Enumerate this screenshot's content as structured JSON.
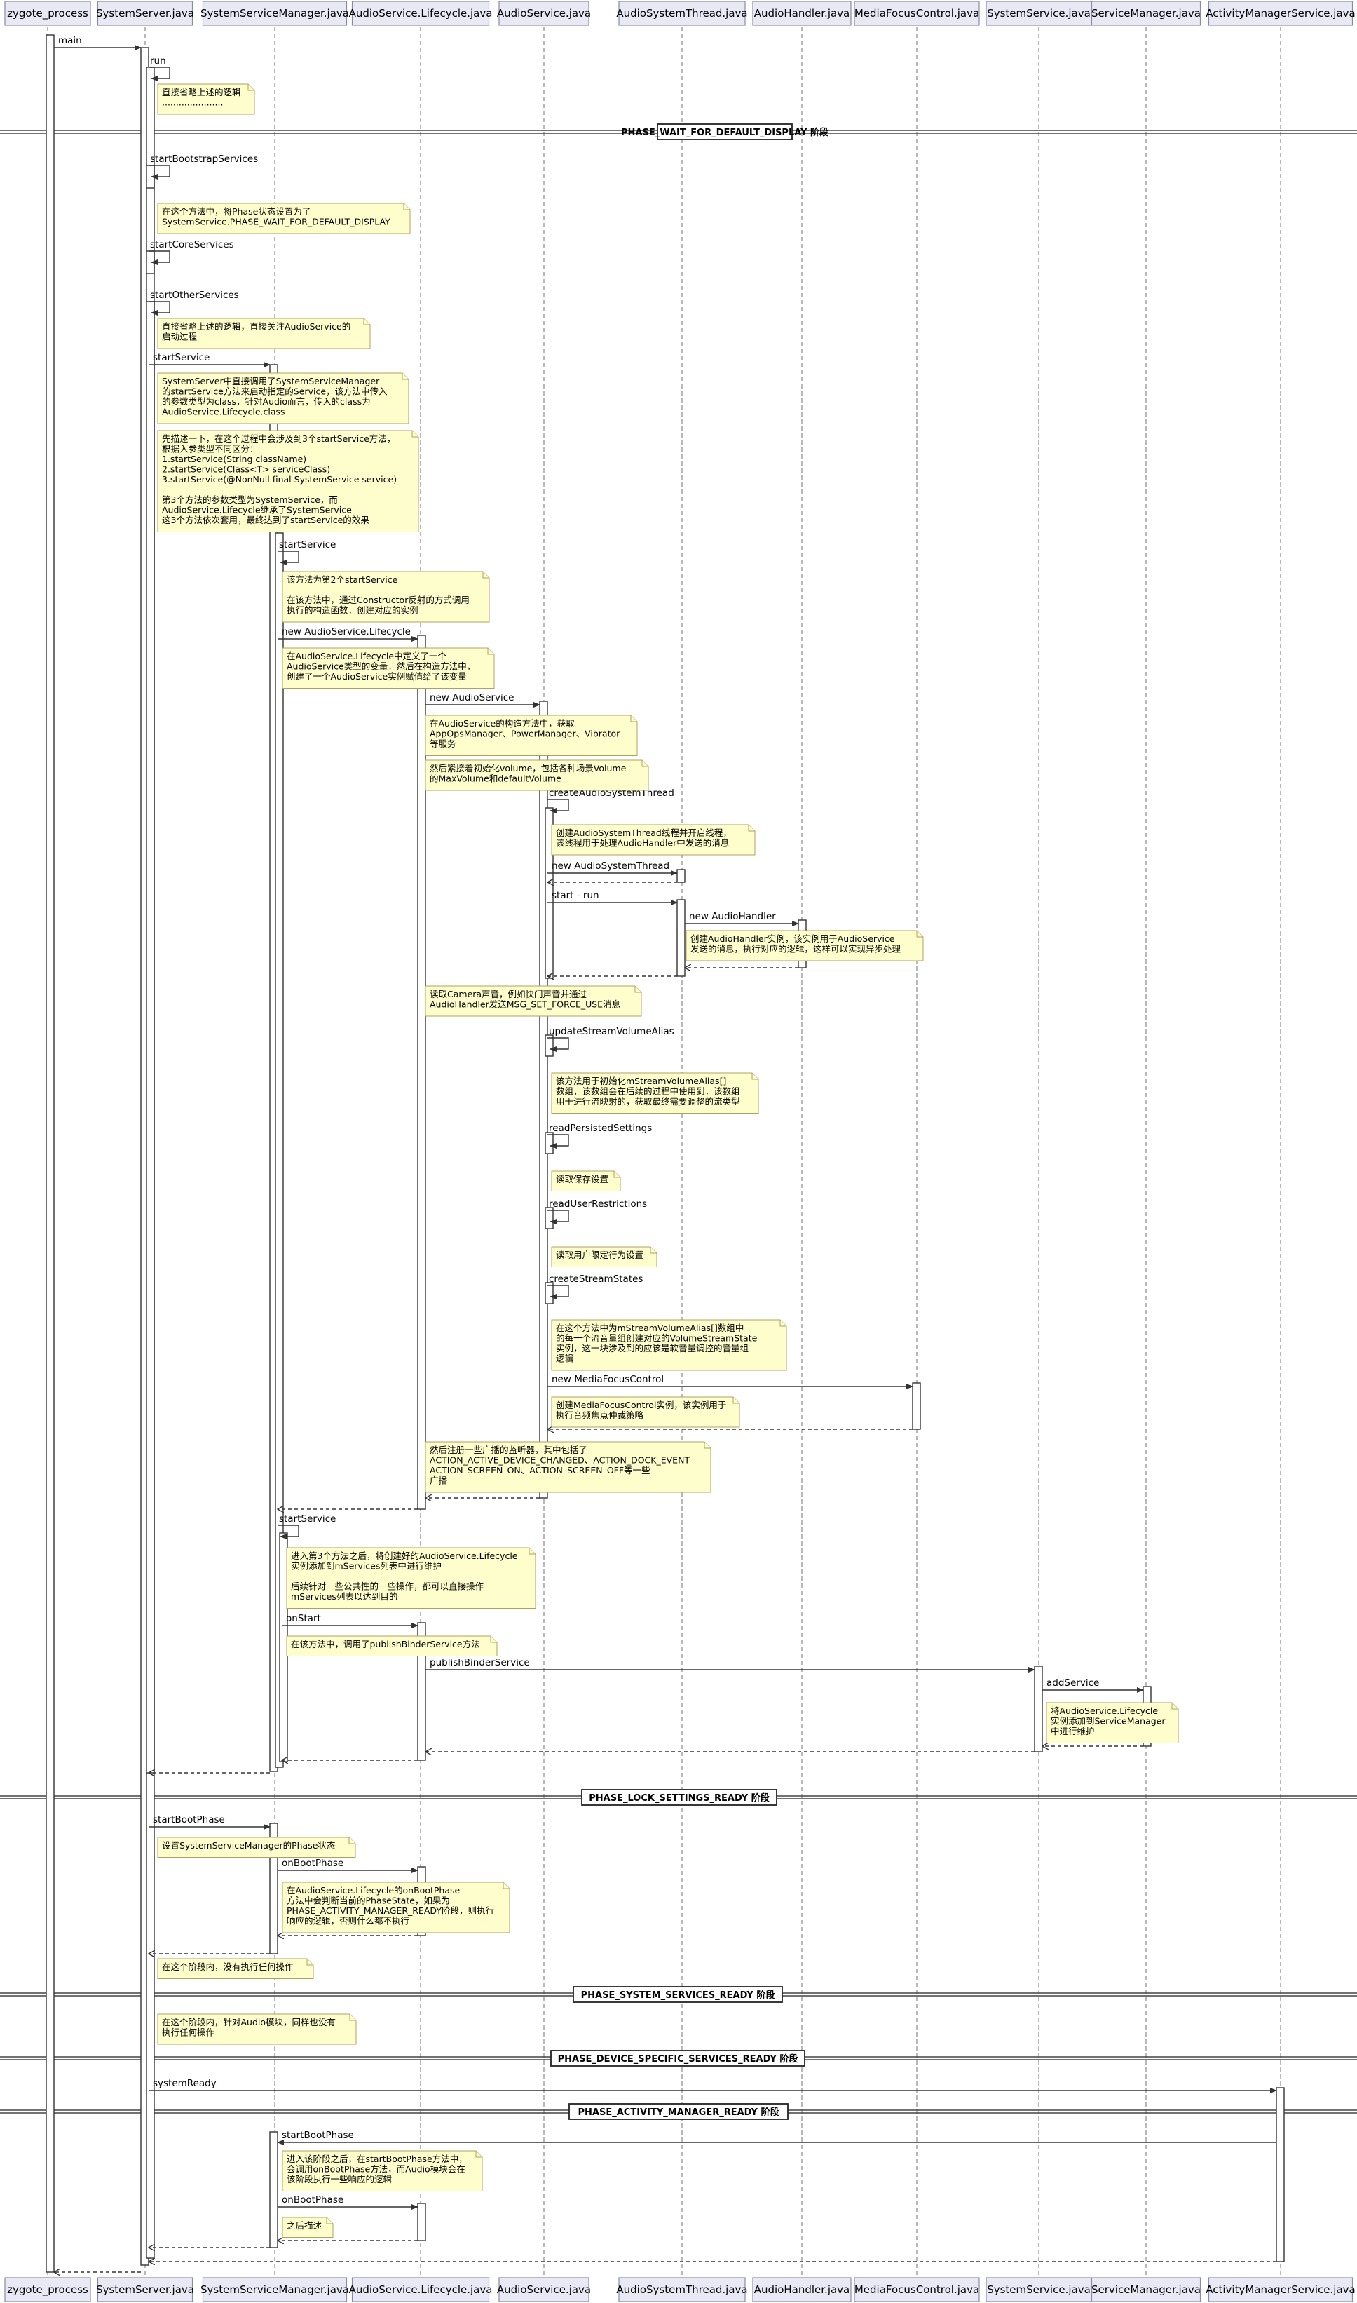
{
  "participants": [
    {
      "id": "zygote",
      "label": "zygote_process"
    },
    {
      "id": "ss",
      "label": "SystemServer.java"
    },
    {
      "id": "ssm",
      "label": "SystemServiceManager.java"
    },
    {
      "id": "lc",
      "label": "AudioService.Lifecycle.java"
    },
    {
      "id": "as",
      "label": "AudioService.java"
    },
    {
      "id": "ast",
      "label": "AudioSystemThread.java"
    },
    {
      "id": "ah",
      "label": "AudioHandler.java"
    },
    {
      "id": "mfc",
      "label": "MediaFocusControl.java"
    },
    {
      "id": "sysv",
      "label": "SystemService.java"
    },
    {
      "id": "sm",
      "label": "ServiceManager.java"
    },
    {
      "id": "ams",
      "label": "ActivityManagerService.java"
    }
  ],
  "phases": [
    "PHASE_WAIT_FOR_DEFAULT_DISPLAY 阶段",
    "PHASE_LOCK_SETTINGS_READY 阶段",
    "PHASE_SYSTEM_SERVICES_READY 阶段",
    "PHASE_DEVICE_SPECIFIC_SERVICES_READY 阶段",
    "PHASE_ACTIVITY_MANAGER_READY 阶段"
  ],
  "messages": [
    "main",
    "run",
    "startBootstrapServices",
    "startCoreServices",
    "startOtherServices",
    "startService",
    "startService",
    "new AudioService.Lifecycle",
    "new AudioService",
    "createAudioSystemThread",
    "new AudioSystemThread",
    "start - run",
    "new AudioHandler",
    "updateStreamVolumeAlias",
    "readPersistedSettings",
    "readUserRestrictions",
    "createStreamStates",
    "new MediaFocusControl",
    "startService",
    "onStart",
    "publishBinderService",
    "addService",
    "startBootPhase",
    "onBootPhase",
    "systemReady",
    "startBootPhase",
    "onBootPhase"
  ],
  "notes": [
    [
      "直接省略上述的逻辑",
      "......................"
    ],
    [
      "在这个方法中，将Phase状态设置为了",
      "SystemService.PHASE_WAIT_FOR_DEFAULT_DISPLAY"
    ],
    [
      "直接省略上述的逻辑，直接关注AudioService的",
      "启动过程"
    ],
    [
      "SystemServer中直接调用了SystemServiceManager",
      "的startService方法来启动指定的Service，该方法中传入",
      "的参数类型为class，针对Audio而言，传入的class为",
      "AudioService.Lifecycle.class"
    ],
    [
      "先描述一下，在这个过程中会涉及到3个startService方法，",
      "根据入参类型不同区分：",
      "1.startService(String className)",
      "2.startService(Class<T> serviceClass)",
      "3.startService(@NonNull final SystemService service)",
      "",
      "第3个方法的参数类型为SystemService，而",
      "AudioService.Lifecycle继承了SystemService",
      "这3个方法依次套用，最终达到了startService的效果"
    ],
    [
      "该方法为第2个startService",
      "",
      "在该方法中，通过Constructor反射的方式调用",
      "执行的构造函数，创建对应的实例"
    ],
    [
      "在AudioService.Lifecycle中定义了一个",
      "AudioService类型的变量，然后在构造方法中，",
      "创建了一个AudioService实例赋值给了该变量"
    ],
    [
      "在AudioService的构造方法中，获取",
      "AppOpsManager、PowerManager、Vibrator",
      "等服务"
    ],
    [
      "然后紧接着初始化volume，包括各种场景Volume",
      "的MaxVolume和defaultVolume"
    ],
    [
      "创建AudioSystemThread线程并开启线程，",
      "该线程用于处理AudioHandler中发送的消息"
    ],
    [
      "创建AudioHandler实例，该实例用于AudioService",
      "发送的消息，执行对应的逻辑，这样可以实现异步处理"
    ],
    [
      "读取Camera声音，例如快门声音并通过",
      "AudioHandler发送MSG_SET_FORCE_USE消息"
    ],
    [
      "该方法用于初始化mStreamVolumeAlias[]",
      "数组，该数组会在后续的过程中使用到，该数组",
      "用于进行流映射的，获取最终需要调整的流类型"
    ],
    [
      "读取保存设置"
    ],
    [
      "读取用户限定行为设置"
    ],
    [
      "在这个方法中为mStreamVolumeAlias[]数组中",
      "的每一个流音量组创建对应的VolumeStreamState",
      "实例，这一块涉及到的应该是软音量调控的音量组",
      "逻辑"
    ],
    [
      "创建MediaFocusControl实例，该实例用于",
      "执行音频焦点仲裁策略"
    ],
    [
      "然后注册一些广播的监听器，其中包括了",
      "ACTION_ACTIVE_DEVICE_CHANGED、ACTION_DOCK_EVENT",
      "ACTION_SCREEN_ON、ACTION_SCREEN_OFF等一些",
      "广播"
    ],
    [
      "进入第3个方法之后，将创建好的AudioService.Lifecycle",
      "实例添加到mServices列表中进行维护",
      "",
      "后续针对一些公共性的一些操作，都可以直接操作",
      "mServices列表以达到目的"
    ],
    [
      "在该方法中，调用了publishBinderService方法"
    ],
    [
      "将AudioService.Lifecycle",
      "实例添加到ServiceManager",
      "中进行维护"
    ],
    [
      "设置SystemServiceManager的Phase状态"
    ],
    [
      "在AudioService.Lifecycle的onBootPhase",
      "方法中会判断当前的PhaseState，如果为",
      "PHASE_ACTIVITY_MANAGER_READY阶段，则执行",
      "响应的逻辑，否则什么都不执行"
    ],
    [
      "在这个阶段内，没有执行任何操作"
    ],
    [
      "在这个阶段内，针对Audio模块，同样也没有",
      "执行任何操作"
    ],
    [
      "进入该阶段之后，在startBootPhase方法中，",
      "会调用onBootPhase方法，而Audio模块会在",
      "该阶段执行一些响应的逻辑"
    ],
    [
      "之后描述"
    ]
  ]
}
